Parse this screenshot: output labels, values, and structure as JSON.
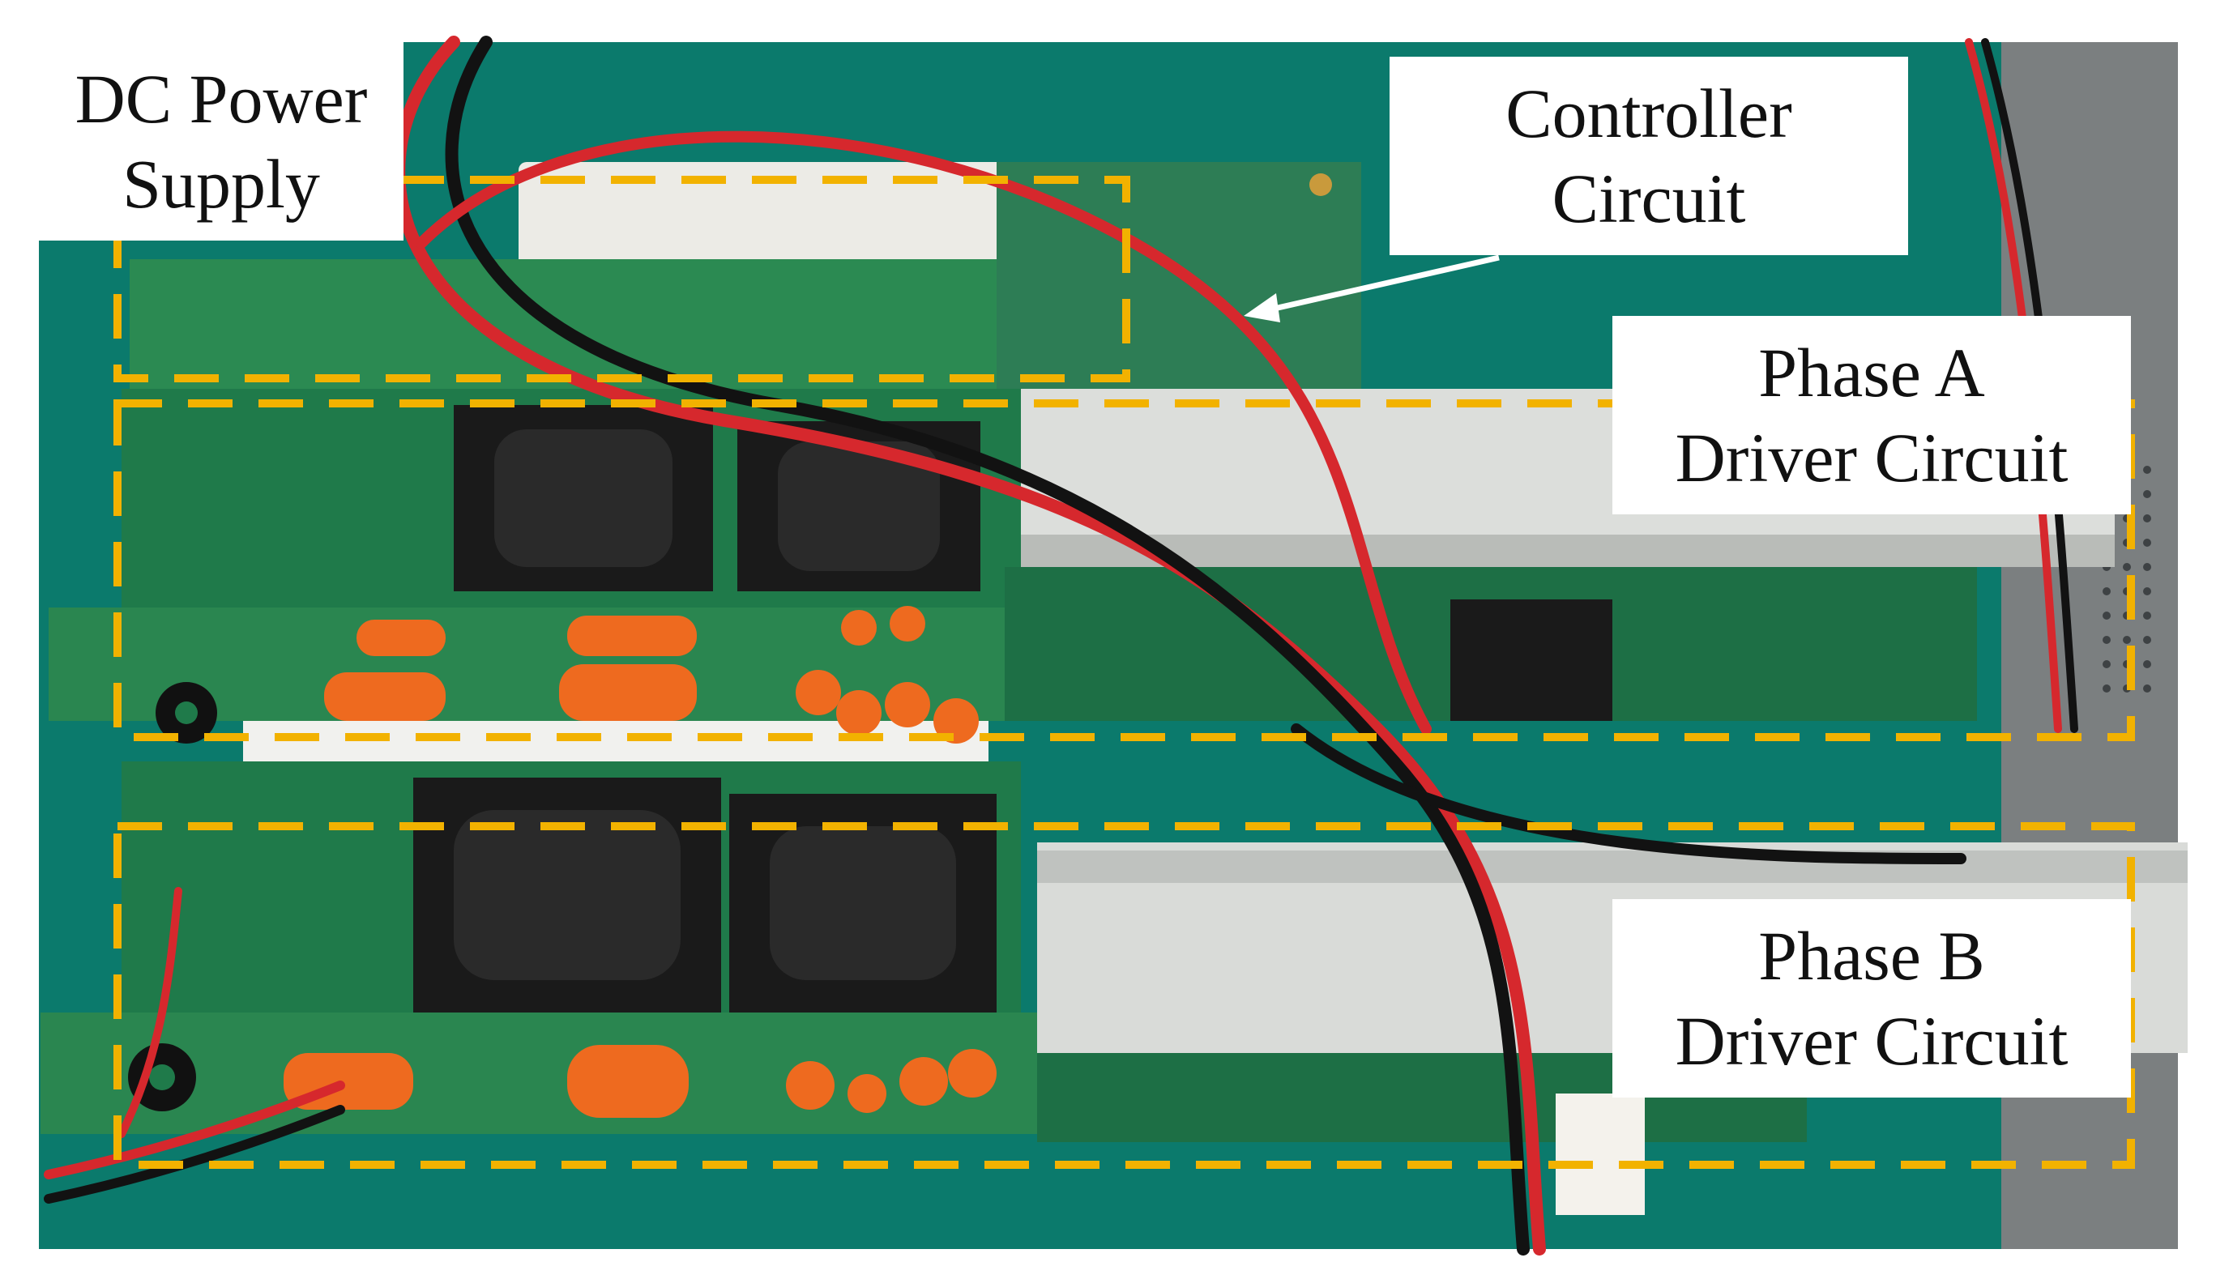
{
  "photo": {
    "subject": "power-electronics-bench-photo",
    "colors": {
      "bench": "#0b7a6c",
      "pcb": "#1f7a4a",
      "callout_dash": "#f2b200",
      "label_bg": "#ffffff",
      "heatsink": "#d9dbd8",
      "capacitor": "#ee6a1f",
      "transformer": "#1a1a1a",
      "wire_red": "#d6282d",
      "wire_black": "#121212"
    }
  },
  "labels": {
    "dc_power_supply": {
      "line1": "DC Power",
      "line2": "Supply"
    },
    "controller_circuit": {
      "line1": "Controller",
      "line2": "Circuit"
    },
    "phase_a_driver": {
      "line1": "Phase A",
      "line2": "Driver Circuit"
    },
    "phase_b_driver": {
      "line1": "Phase B",
      "line2": "Driver Circuit"
    }
  }
}
